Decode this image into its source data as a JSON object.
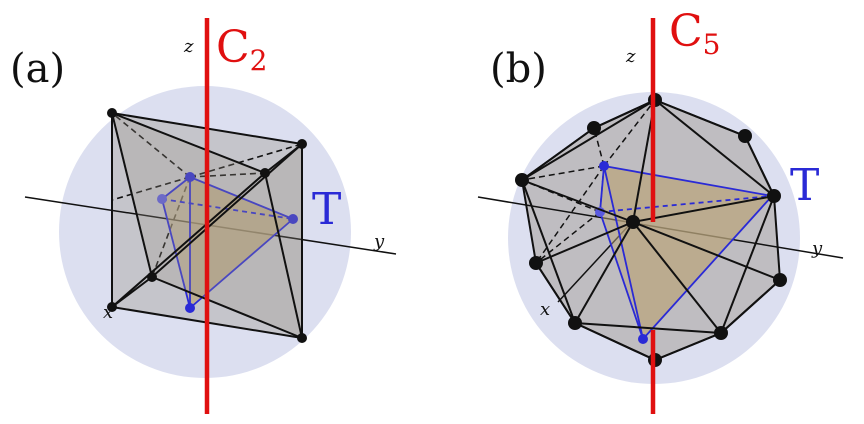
{
  "panels": [
    {
      "label": "(a)",
      "axis_name": "C",
      "axis_sub": "2",
      "tetra_label": "T",
      "axes": {
        "x": "x",
        "y": "y",
        "z": "z"
      }
    },
    {
      "label": "(b)",
      "axis_name": "C",
      "axis_sub": "5",
      "tetra_label": "T",
      "axes": {
        "x": "x",
        "y": "y",
        "z": "z"
      }
    }
  ],
  "colors": {
    "sphere": "#dcdff0",
    "solid_fill": "#9c9488",
    "tetra_fill": "#b9a57e",
    "tetra_edge": "#2a2ad6",
    "rotation_axis": "#e01010",
    "edge": "#111111"
  }
}
